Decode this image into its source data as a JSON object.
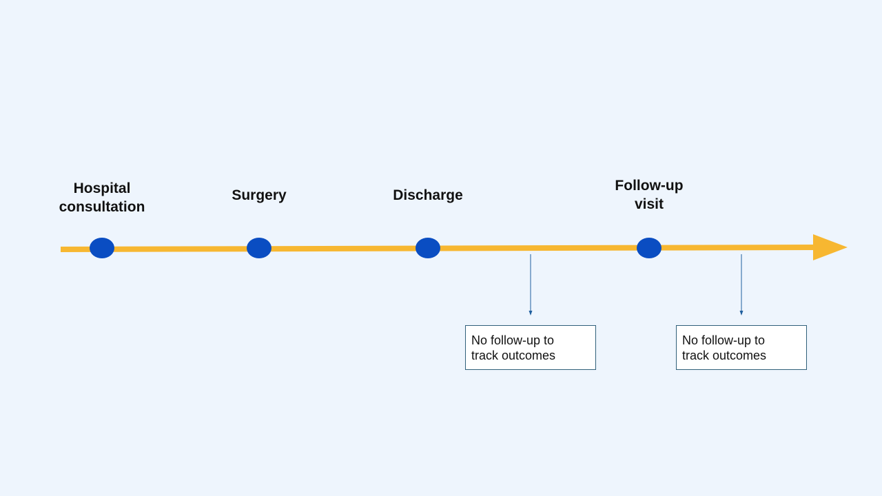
{
  "timeline": {
    "colors": {
      "background": "#eef5fd",
      "line": "#f7b731",
      "node": "#0a4dc2",
      "pointer": "#1f5f9e",
      "box_border": "#2f5f7a"
    },
    "milestones": [
      {
        "label": "Hospital consultation"
      },
      {
        "label": "Surgery"
      },
      {
        "label": "Discharge"
      },
      {
        "label": "Follow-up visit"
      }
    ],
    "notes": [
      {
        "text": "No follow-up to track outcomes"
      },
      {
        "text": "No follow-up to track outcomes"
      }
    ]
  }
}
